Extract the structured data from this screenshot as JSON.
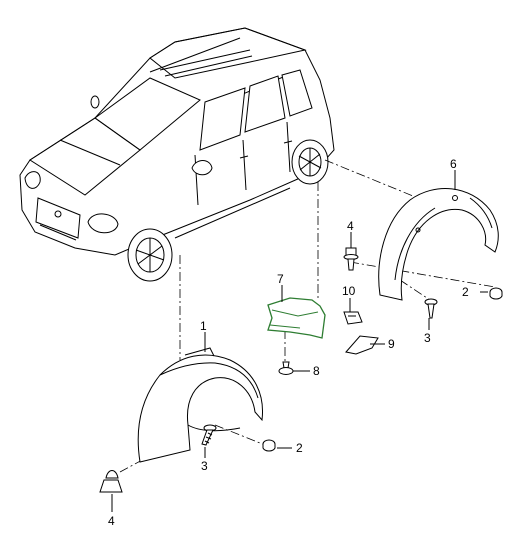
{
  "diagram": {
    "highlight_color": "#2e7d32",
    "callouts": [
      {
        "id": "c1",
        "text": "1"
      },
      {
        "id": "c2a",
        "text": "2"
      },
      {
        "id": "c2b",
        "text": "2"
      },
      {
        "id": "c3a",
        "text": "3"
      },
      {
        "id": "c3b",
        "text": "3"
      },
      {
        "id": "c4a",
        "text": "4"
      },
      {
        "id": "c4b",
        "text": "4"
      },
      {
        "id": "c6",
        "text": "6"
      },
      {
        "id": "c7",
        "text": "7"
      },
      {
        "id": "c8",
        "text": "8"
      },
      {
        "id": "c9",
        "text": "9"
      },
      {
        "id": "c10",
        "text": "10"
      }
    ]
  }
}
